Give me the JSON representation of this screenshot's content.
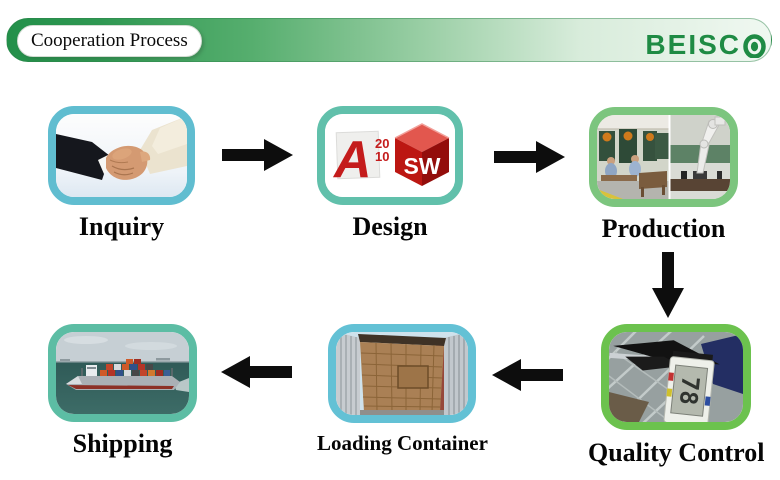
{
  "header": {
    "title": "Cooperation Process",
    "brand": "BEISCO",
    "brand_prefix": "BEISC",
    "brand_last_letter": "O",
    "brand_color": "#1f8b44",
    "bar_gradient_start": "#23904a",
    "bar_gradient_end": "#f0f8f1"
  },
  "steps": [
    {
      "label": "Inquiry",
      "border_color": "#60bdd0",
      "image": "handshake-photo"
    },
    {
      "label": "Design",
      "border_color": "#61c0ab",
      "image": "cad-software-logos"
    },
    {
      "label": "Production",
      "border_color": "#7cc57e",
      "image": "factory-workshop-photo"
    },
    {
      "label": "Quality Control",
      "border_color": "#6cc24e",
      "image": "digital-caliper-photo"
    },
    {
      "label": "Loading Container",
      "border_color": "#63c1d5",
      "image": "container-loading-photo"
    },
    {
      "label": "Shipping",
      "border_color": "#5cbda4",
      "image": "container-ship-photo"
    }
  ],
  "design_logos": {
    "autocad_letter": "A",
    "autocad_year_top": "20",
    "autocad_year_bottom": "10",
    "solidworks_letters": "SW"
  },
  "quality_control": {
    "caliper_reading": "78"
  },
  "flow_order": [
    "Inquiry",
    "Design",
    "Production",
    "Quality Control",
    "Loading Container",
    "Shipping"
  ],
  "arrow_color": "#0d0d0d"
}
